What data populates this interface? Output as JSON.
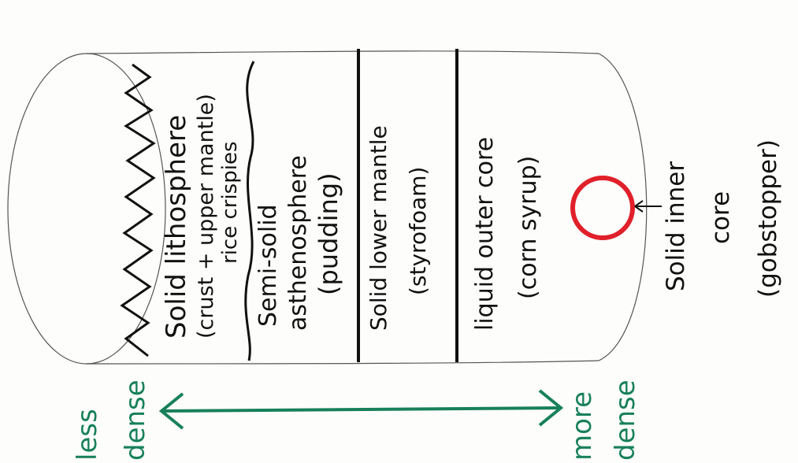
{
  "layers": [
    {
      "line1": "Solid lithosphere",
      "line2": "(crust + upper mantle)",
      "line3": "rice crispies"
    },
    {
      "line1": "Semi-solid",
      "line2": "asthenosphere",
      "line3": "(pudding)"
    },
    {
      "line1": "Solid lower mantle",
      "line2": "(styrofoam)"
    },
    {
      "line1": "liquid outer core",
      "line2": "(corn syrup)"
    }
  ],
  "inner_core": {
    "line1": "Solid inner",
    "line2": "core",
    "line3": "(gobstopper)"
  },
  "density": {
    "less_line1": "less",
    "less_line2": "dense",
    "more_line1": "more",
    "more_line2": "dense"
  },
  "colors": {
    "ink": "#111111",
    "arrow": "#17805a",
    "core": "#e0202a"
  }
}
